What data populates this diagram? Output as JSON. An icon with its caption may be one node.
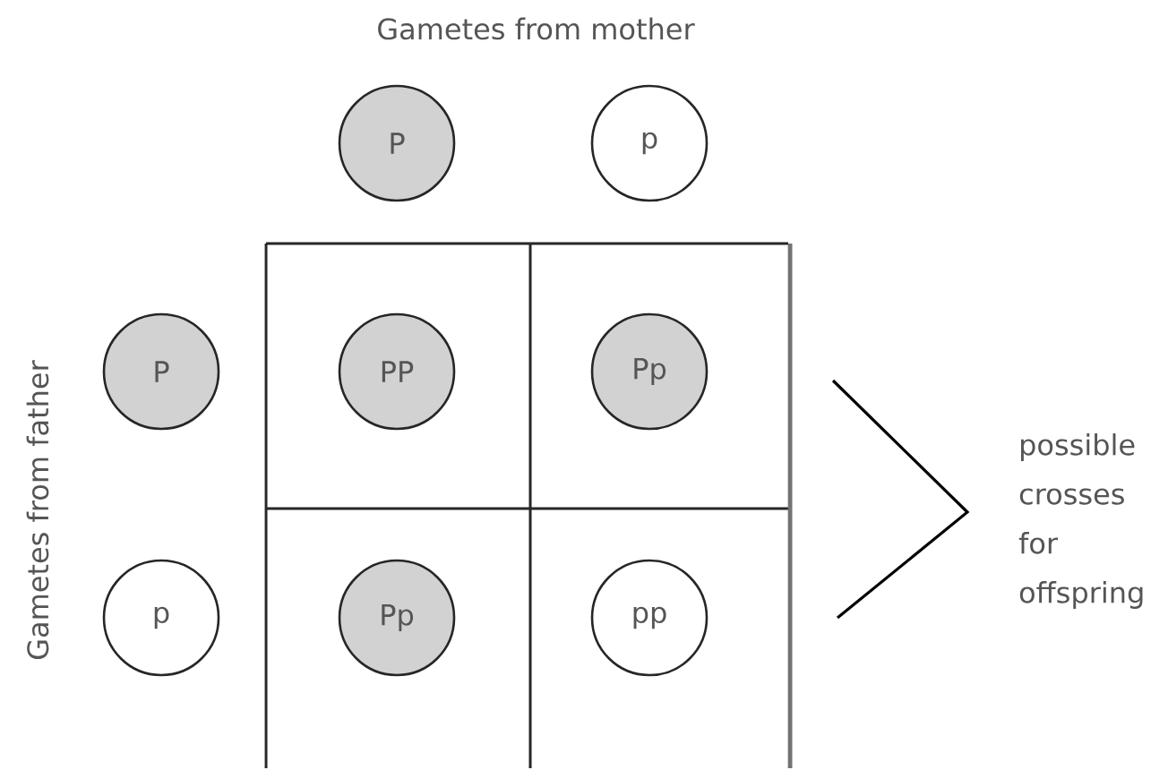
{
  "diagram": {
    "nodes": [
      {
        "text": [
          "P"
        ]
      },
      {
        "text": [
          "p"
        ]
      },
      {
        "text": [
          "P"
        ]
      },
      {
        "text": [
          "PP"
        ]
      },
      {
        "text": [
          "Pp"
        ]
      },
      {
        "text": [
          "p"
        ]
      },
      {
        "text": [
          "Pp"
        ]
      },
      {
        "text": [
          "pp"
        ]
      }
    ],
    "labels": [
      "Gametes from mother",
      "Gametes from father",
      "possible crosses for offspring"
    ]
  }
}
